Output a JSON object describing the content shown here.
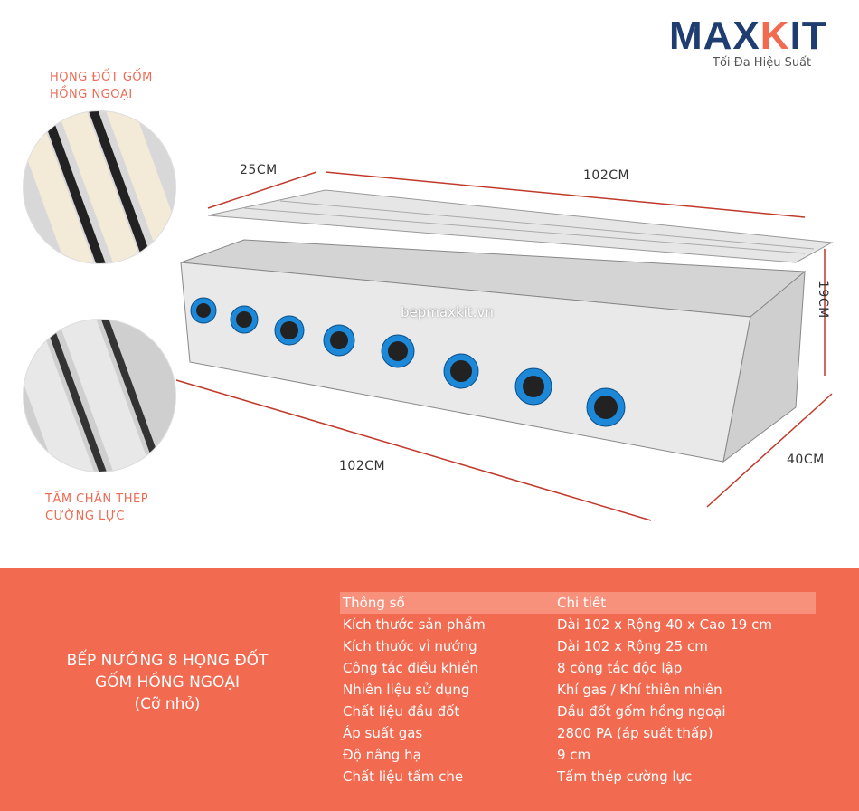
{
  "brand": {
    "logo_left": "MAX",
    "logo_x": "K",
    "logo_right": "IT",
    "tagline": "Tối Đa Hiệu Suất"
  },
  "callouts": {
    "top": [
      "HỌNG ĐỐT GỐM",
      "HỒNG NGOẠI"
    ],
    "bottom": [
      "TẤM CHẮN THÉP",
      "CƯỜNG LỰC"
    ]
  },
  "dimensions": {
    "grill_depth": "25CM",
    "grill_length": "102CM",
    "height": "19CM",
    "body_length": "102CM",
    "body_depth": "40CM"
  },
  "watermark": "bepmaxkit.vn",
  "product_title": [
    "BẾP NƯỚNG 8 HỌNG ĐỐT",
    "GỐM HỒNG NGOẠI",
    "(Cỡ nhỏ)"
  ],
  "specs": {
    "header": [
      "Thông số",
      "Chi tiết"
    ],
    "rows": [
      [
        "Kích thước sản phẩm",
        "Dài 102 x Rộng 40 x Cao 19 cm"
      ],
      [
        "Kích thước vỉ nướng",
        "Dài 102 x Rộng 25 cm"
      ],
      [
        "Công tắc điều khiển",
        "8 công tắc độc lập"
      ],
      [
        "Nhiên liệu sử dụng",
        "Khí gas / Khí thiên nhiên"
      ],
      [
        "Chất liệu đầu đốt",
        "Đầu đốt gốm hồng ngoại"
      ],
      [
        "Áp suất gas",
        "2800 PA (áp suất thấp)"
      ],
      [
        "Độ nâng hạ",
        "9 cm"
      ],
      [
        "Chất liệu tấm che",
        "Tấm thép cường lực"
      ]
    ]
  },
  "colors": {
    "accent": "#f26a50",
    "brand_blue": "#1f3d70"
  }
}
